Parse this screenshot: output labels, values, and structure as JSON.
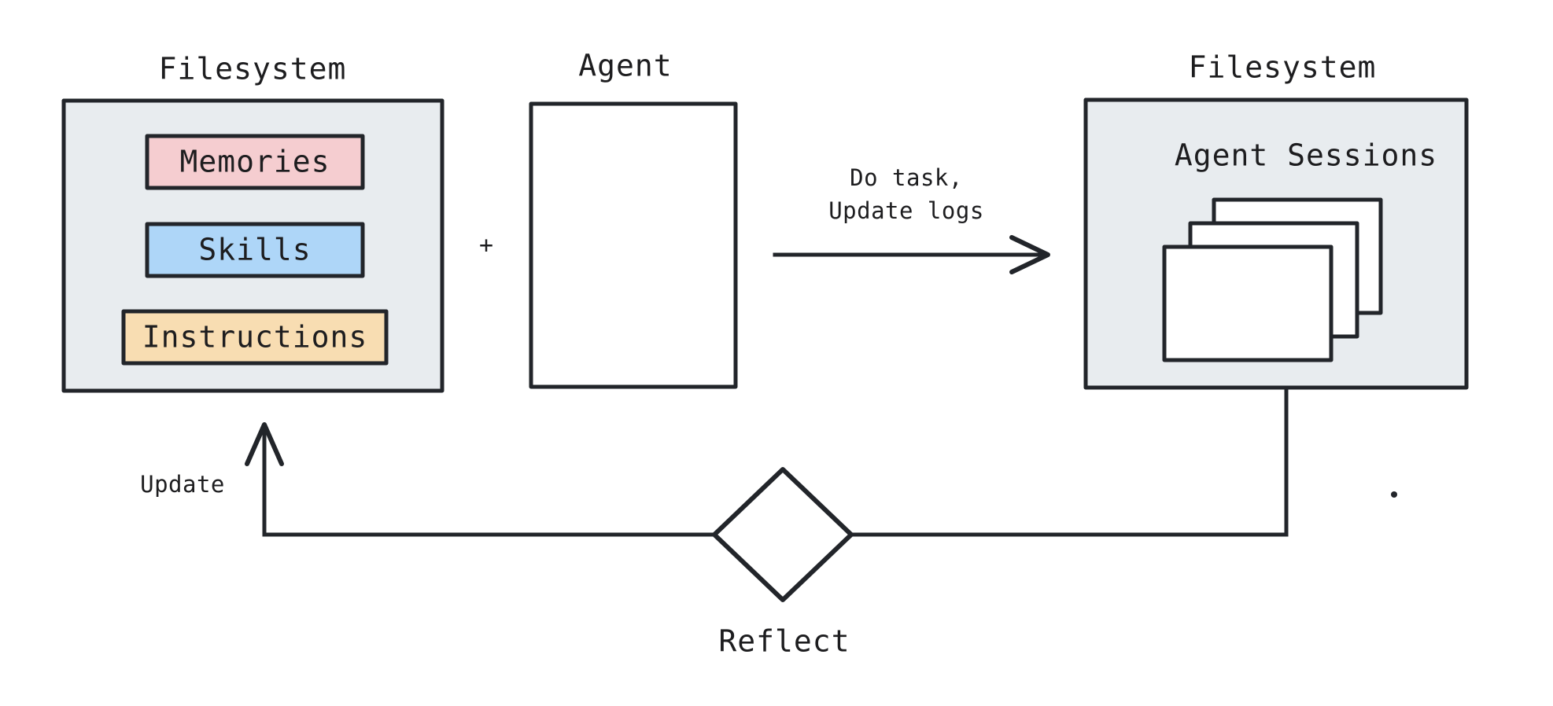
{
  "diagram": {
    "type": "flow-diagram",
    "background_color": "#ffffff",
    "stroke_color": "#22252a",
    "left_panel": {
      "title": "Filesystem",
      "fill_color": "#e8ecef",
      "items": [
        {
          "label": "Memories",
          "color": "#f5cdd0"
        },
        {
          "label": "Skills",
          "color": "#aed6f8"
        },
        {
          "label": "Instructions",
          "color": "#f8ddb2"
        }
      ]
    },
    "combiner": {
      "symbol": "+"
    },
    "agent_panel": {
      "title": "Agent",
      "fill_color": "#ffffff",
      "body": ""
    },
    "main_edge": {
      "label_line_1": "Do task,",
      "label_line_2": "Update logs",
      "direction": "right"
    },
    "right_panel": {
      "title": "Filesystem",
      "fill_color": "#e8ecef",
      "group_label": "Agent Sessions",
      "card_count": 3,
      "card_color": "#ffffff"
    },
    "reflect_node": {
      "label": "Reflect",
      "shape": "diamond",
      "fill_color": "#ffffff"
    },
    "update_edge": {
      "label": "Update",
      "direction": "up"
    },
    "stray_dot": {
      "label": "."
    }
  }
}
